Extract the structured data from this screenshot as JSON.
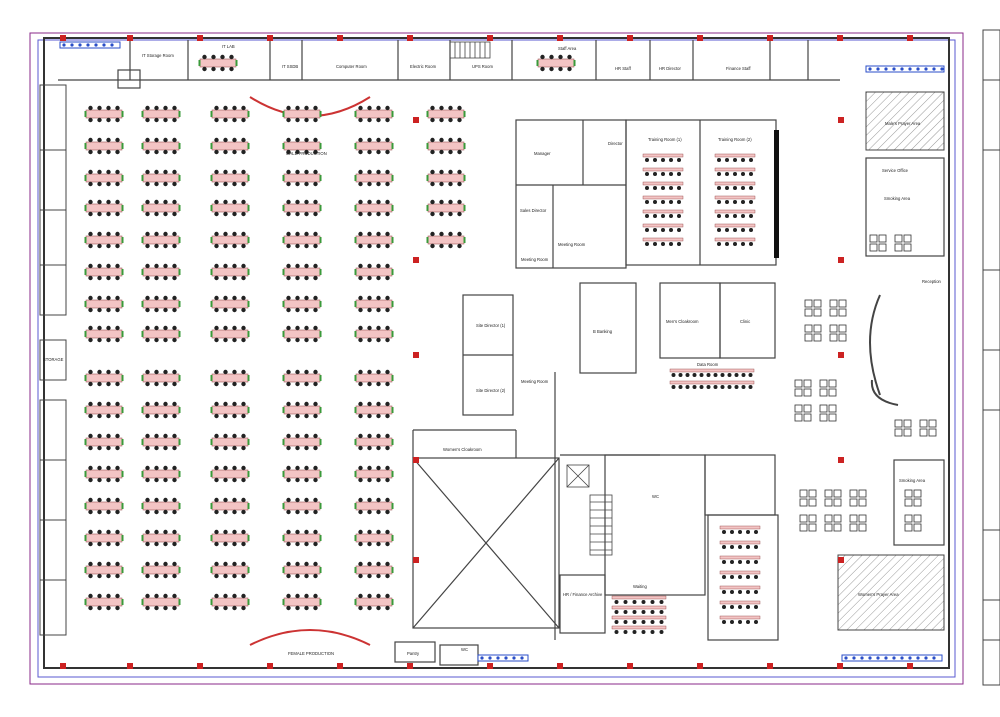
{
  "rooms": {
    "it_storage": "IT Storage Room",
    "it_lab": "IT LAB",
    "it_ssdb": "IT SSDB",
    "computer_room": "Computer Room",
    "electric_room": "Electric Room",
    "ups_room": "UPS Room",
    "staff_area": "Staff Area",
    "hr_staff": "HR Staff",
    "hr_director": "HR Director",
    "finance_staff": "Finance Staff",
    "male_production": "MALE PRODUCTION",
    "female_production": "FEMALE PRODUCTION",
    "storage": "STORAGE",
    "manager": "Manager",
    "director": "Director",
    "sales_director": "Sales Director",
    "meeting_room_a": "Meeting Room",
    "meeting_room_b": "Meeting Room",
    "training_room_1": "Training Room (1)",
    "training_room_2": "Training Room (2)",
    "male_prayer": "Male's Prayer Area",
    "service_office": "Service Office",
    "smoking_area_top": "Smoking Area",
    "site_director_1": "Site Director (1)",
    "site_director_2": "Site Director (2)",
    "meeting_room_c": "Meeting Room",
    "banking": "B Banking",
    "mens_cloak": "Men's Cloakroom",
    "clinic": "Clinic",
    "data_room": "Data Room",
    "womens_cloak": "Women's Cloakroom",
    "wc": "WC",
    "smoking_area": "Smoking Area",
    "womens_prayer": "Women's Prayer Area",
    "waiting": "Waiting",
    "hr_finance": "HR / Finance Archive",
    "pantry": "Pantry",
    "wc_bottom": "WC",
    "reception": "Reception"
  },
  "chart_data": {
    "type": "floor-plan"
  }
}
